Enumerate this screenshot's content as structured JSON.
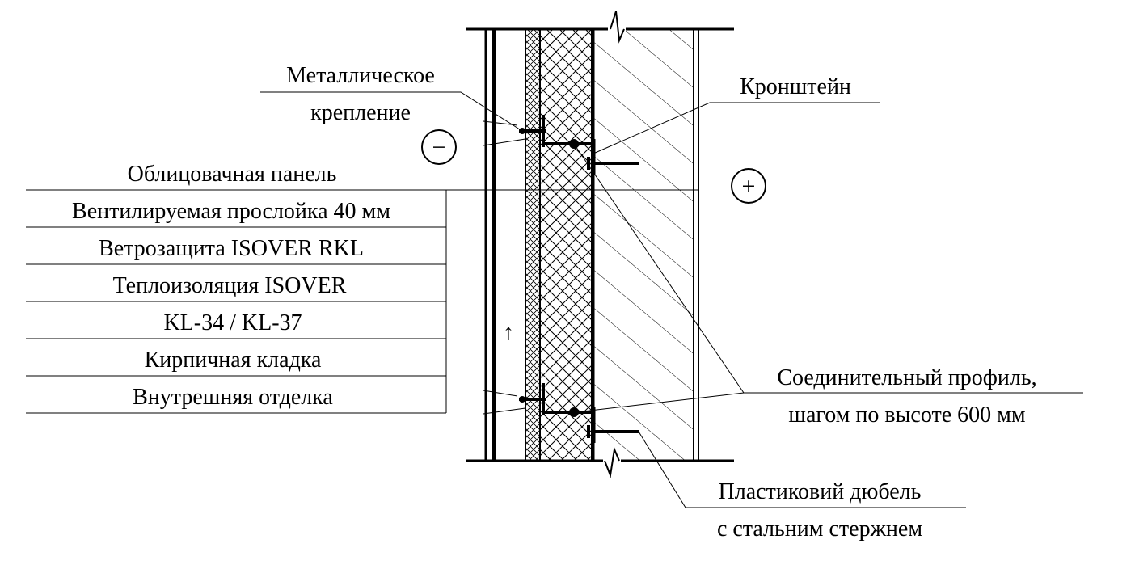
{
  "callouts": {
    "metal_fastening_line1": "Металлическое",
    "metal_fastening_line2": "крепление",
    "bracket": "Кронштейн",
    "connecting_profile_line1": "Соединительный профиль,",
    "connecting_profile_line2": "шагом по высоте 600 мм",
    "plastic_dowel_line1": "Пластиковий дюбель",
    "plastic_dowel_line2": "с стальним стержнем"
  },
  "layers": [
    "Облицовачная панель",
    "Вентилируемая прослойка  40 мм",
    "Ветрозащита ISOVER RKL",
    "Теплоизоляция ISOVER",
    "KL-34 / KL-37",
    "Кирпичная кладка",
    "Внутрешняя отделка"
  ],
  "symbols": {
    "cold_side": "−",
    "warm_side": "+",
    "airflow_arrow": "↑"
  },
  "colors": {
    "ink": "#000000",
    "background": "#ffffff"
  }
}
